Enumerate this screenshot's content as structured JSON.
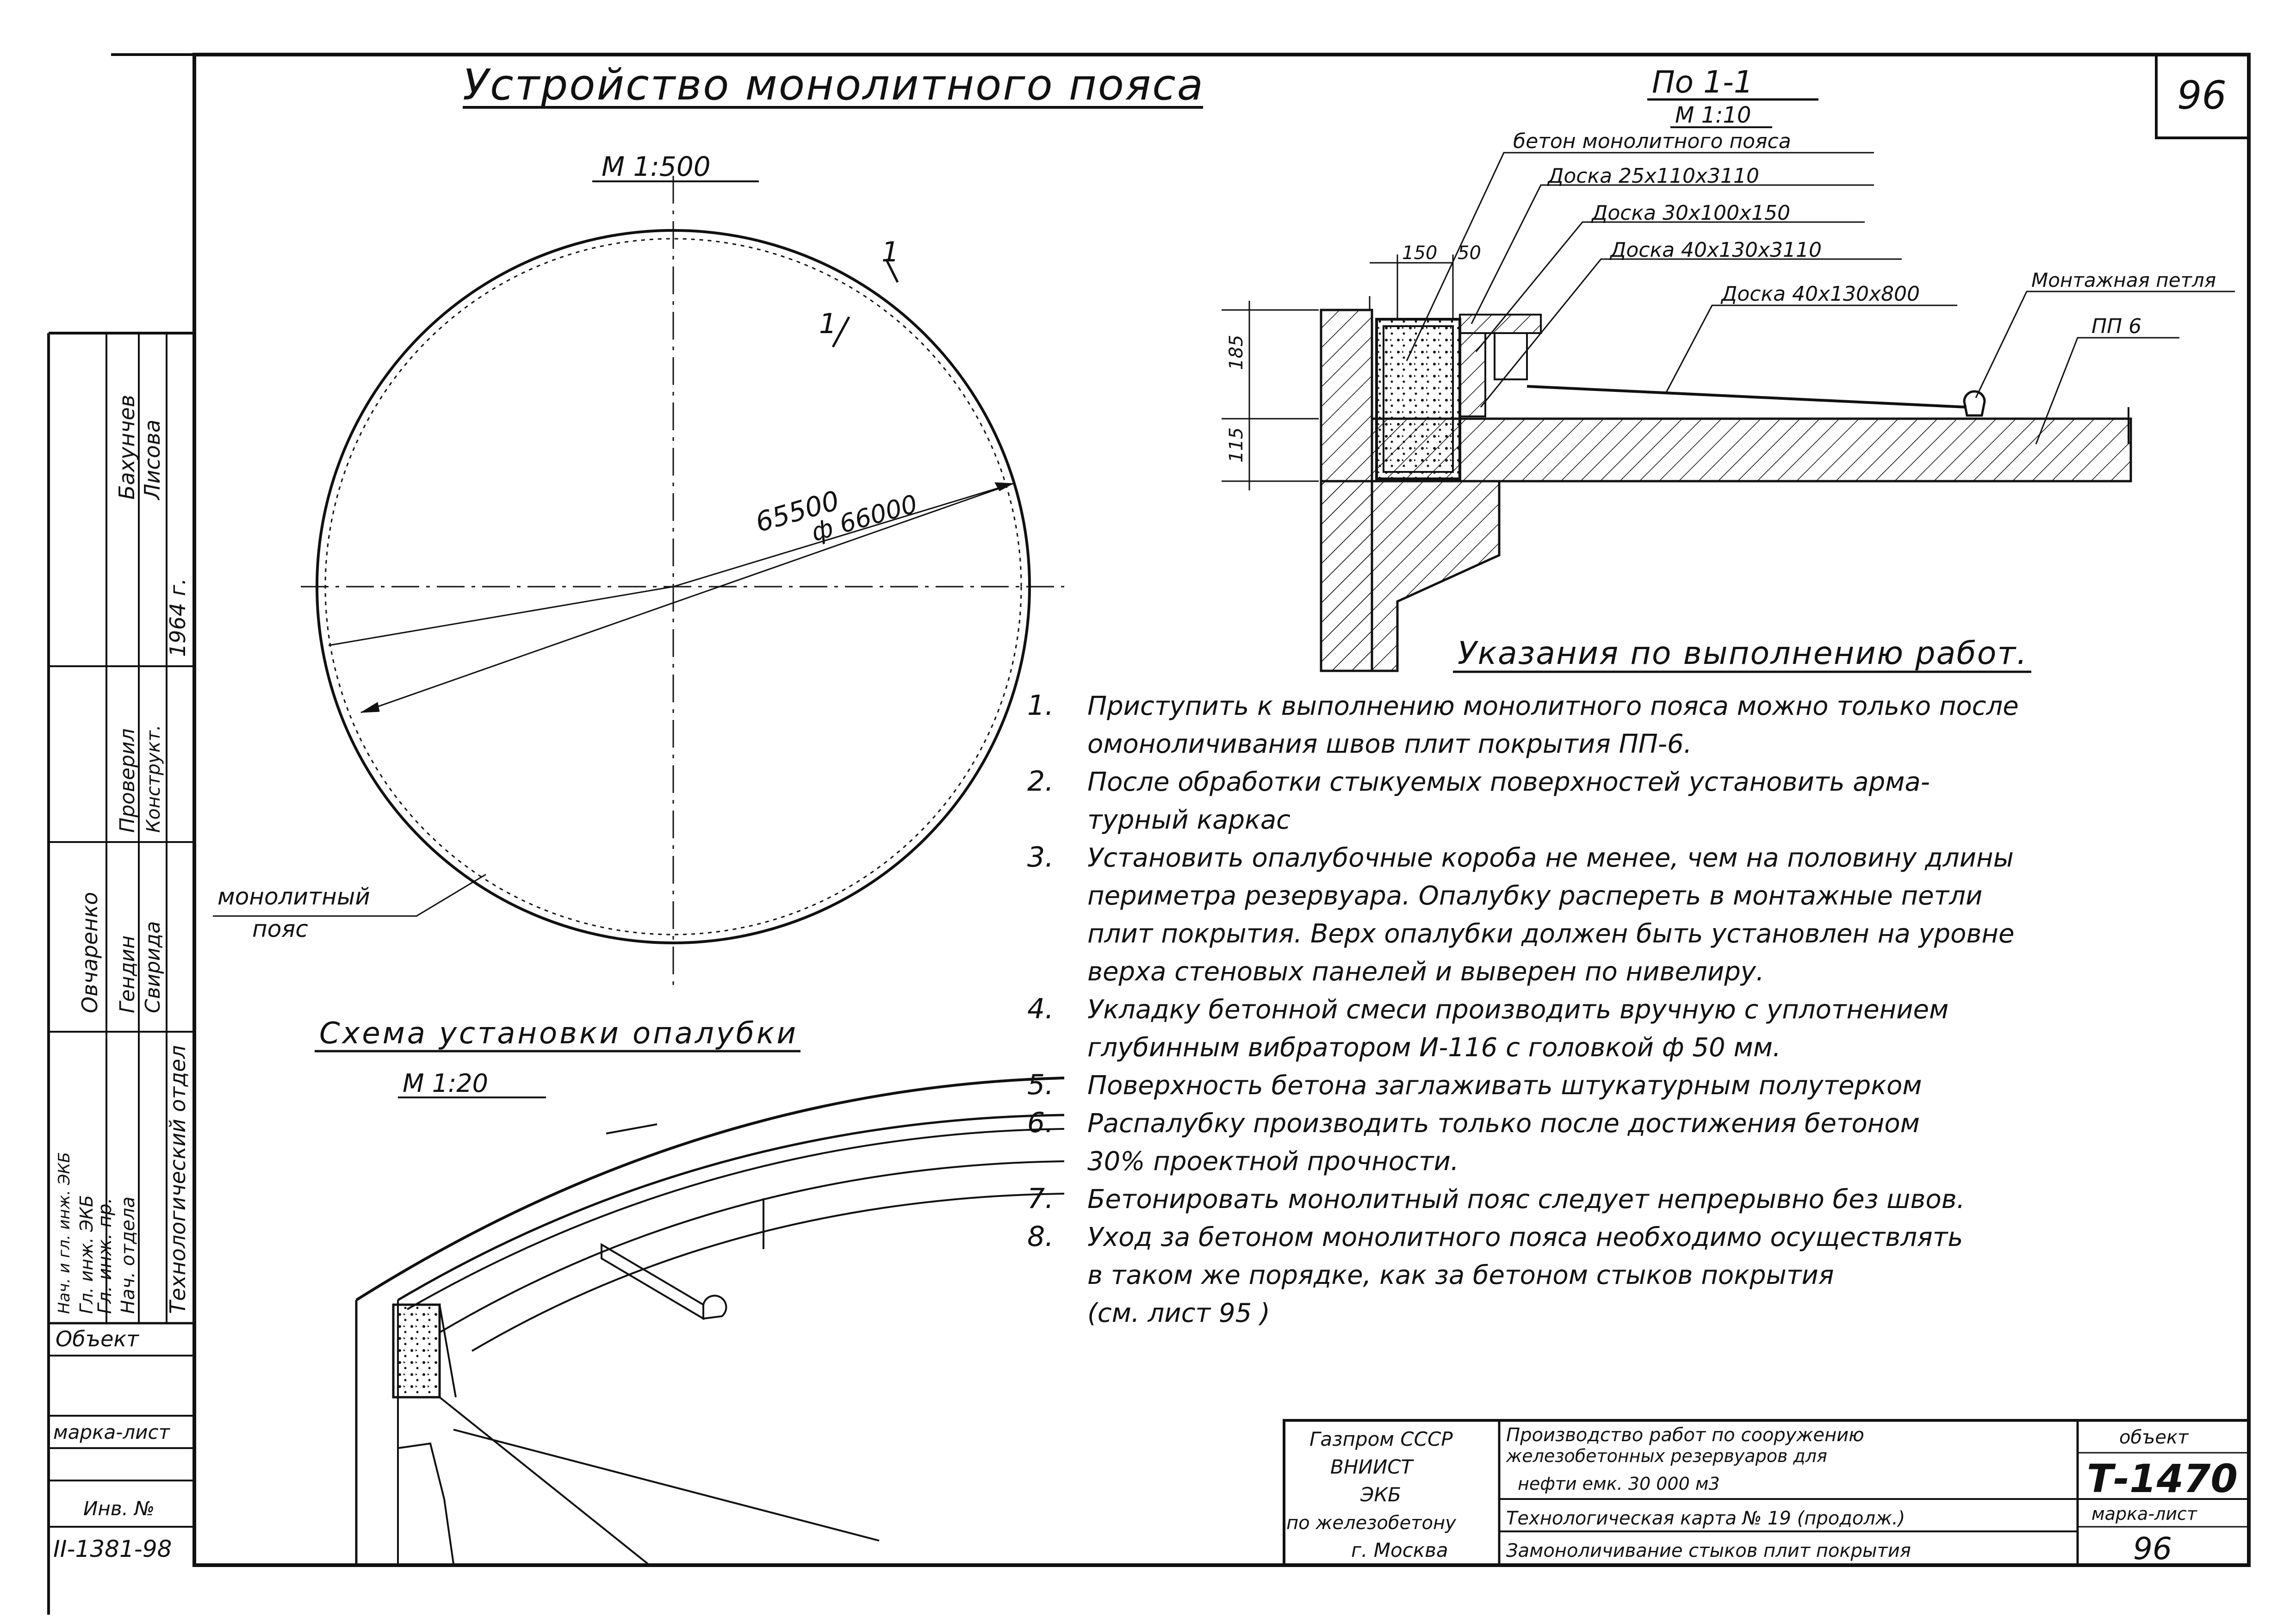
{
  "sheet": {
    "page_number": "96",
    "main_title": "Устройство монолитного пояса",
    "scale_plan": "М 1:500",
    "radius_label": "65500",
    "diameter_label": "ф 66000",
    "section_mark": "1",
    "belt_label": [
      "монолитный",
      "пояс"
    ]
  },
  "section": {
    "title": "По 1-1",
    "scale": "М 1:10",
    "callouts": [
      "бетон монолитного пояса",
      "Доска 25х110х3110",
      "Доска 30х100х150",
      "Доска 40х130х3110",
      "Доска 40х130х800",
      "Монтажная петля",
      "ПП 6"
    ],
    "dims": [
      "150",
      "50",
      "185",
      "115"
    ]
  },
  "formwork": {
    "title": "Схема установки опалубки",
    "scale": "М 1:20"
  },
  "instructions": {
    "title": "Указания по выполнению работ.",
    "items": [
      {
        "num": "1.",
        "lines": [
          "Приступить к выполнению монолитного пояса можно только после",
          "омоноличивания швов плит покрытия ПП-6."
        ]
      },
      {
        "num": "2.",
        "lines": [
          "После обработки стыкуемых поверхностей установить арма-",
          "турный каркас"
        ]
      },
      {
        "num": "3.",
        "lines": [
          "Установить опалубочные короба не менее, чем на половину длины",
          "периметра резервуара. Опалубку расперeть в монтажные петли",
          "плит покрытия. Верх опалубки должен быть установлен на уровне",
          "верха стеновых панелей и выверен по нивелиру."
        ]
      },
      {
        "num": "4.",
        "lines": [
          "Укладку бетонной смеси производить вручную с уплотнением",
          "глубинным вибратором И-116 с головкой ф 50 мм."
        ]
      },
      {
        "num": "5.",
        "lines": [
          "Поверхность бетона заглаживать штукатурным полутерком"
        ]
      },
      {
        "num": "6.",
        "lines": [
          "Распалубку производить только после достижения бетоном",
          "30% проектной прочности."
        ]
      },
      {
        "num": "7.",
        "lines": [
          "Бетонировать монолитный пояс следует непрерывно без швов."
        ]
      },
      {
        "num": "8.",
        "lines": [
          "Уход за бетоном монолитного пояса необходимо осуществлять",
          "в таком же порядке, как за бетоном стыков покрытия",
          "(см. лист 95 )"
        ]
      }
    ]
  },
  "title_block": {
    "org": [
      "Газпром СССР",
      "ВНИИСТ",
      "ЭКБ",
      "по железобетону",
      "г. Москва"
    ],
    "work_title": [
      "Производство работ по сооружению",
      "железобетонных резервуаров для",
      "нефти емк. 30 000 м3"
    ],
    "card": "Технологическая карта № 19 (продолж.)",
    "subtitle": "Замоноличивание стыков плит покрытия",
    "object_label": "объект",
    "object_code": "Т-1470",
    "mark_label": "марка-лист",
    "sheet_no": "96"
  },
  "side_stamp": {
    "roles": [
      "Нач. отдела",
      "Гл. инж. пр.",
      "Нач. и гл. инж. ЭКБ",
      "Гл. инж. ЭКБ",
      "Проверил",
      "Конструкт."
    ],
    "names": [
      "Свирида",
      "Гендин",
      "Овчаренко",
      "Бахунчев",
      "Лисова"
    ],
    "dept": "Технологический отдел",
    "year": "1964 г.",
    "object_label": "Объект",
    "mark_label": "марка-лист",
    "inv_label": "Инв. №",
    "inv_number": "II-1381-98"
  }
}
